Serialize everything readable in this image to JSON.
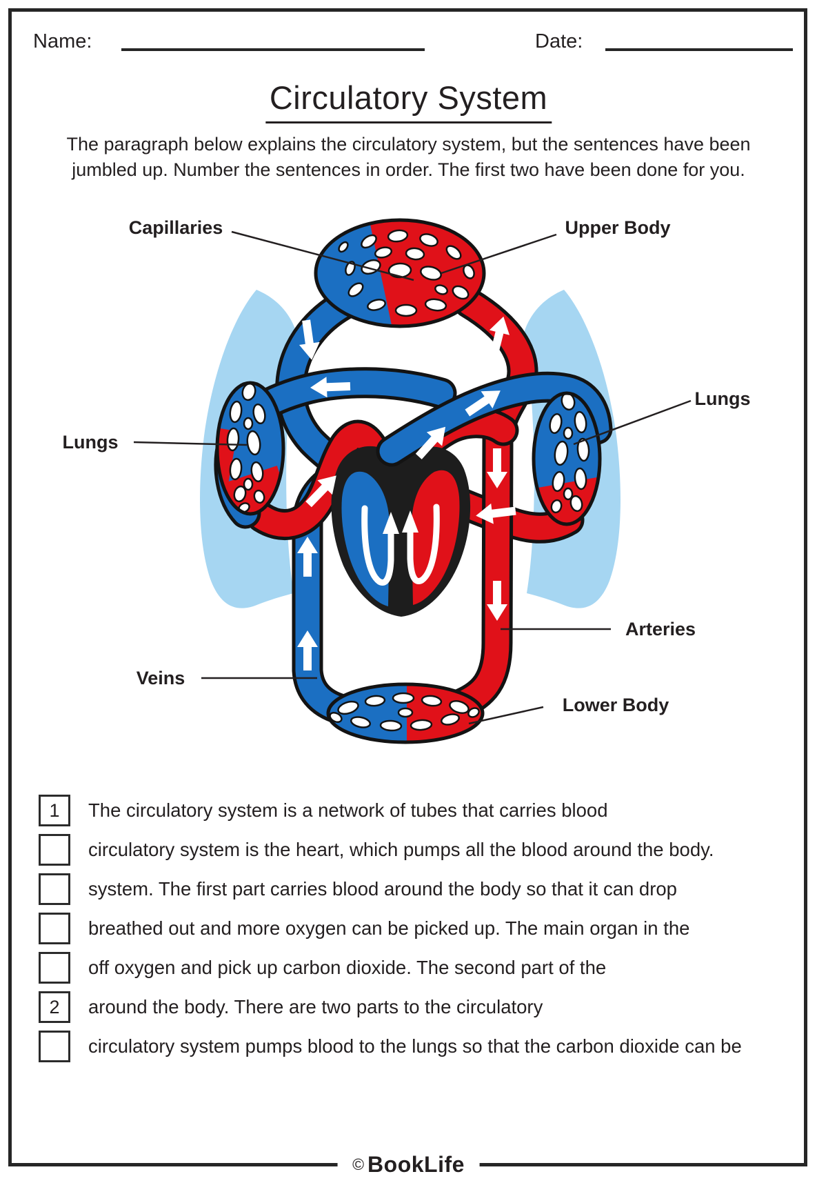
{
  "page": {
    "name_label": "Name:",
    "date_label": "Date:",
    "title": "Circulatory System",
    "instructions_line1": "The paragraph below explains the circulatory system, but the sentences have been",
    "instructions_line2": "jumbled up. Number the sentences in order. The first two have been done for you.",
    "footer": {
      "copyright": "©",
      "brand": "BookLife"
    }
  },
  "diagram": {
    "colors": {
      "ink": "#231f20",
      "artery_red": "#e01119",
      "vein_blue": "#1b6fc2",
      "lung_blue": "#a6d6f2",
      "outline": "#131313",
      "arrow_white": "#ffffff"
    },
    "labels": {
      "capillaries": "Capillaries",
      "upper_body": "Upper Body",
      "lungs_left": "Lungs",
      "lungs_right": "Lungs",
      "arteries": "Arteries",
      "veins": "Veins",
      "lower_body": "Lower Body"
    }
  },
  "sentences": {
    "items": [
      {
        "number": "1",
        "text": "The circulatory system is a network of tubes that carries blood"
      },
      {
        "number": "",
        "text": "circulatory system is the heart, which pumps all the blood around the body."
      },
      {
        "number": "",
        "text": "system. The first part carries blood around the body so that it can drop"
      },
      {
        "number": "",
        "text": "breathed out and more oxygen can be picked up. The main organ in the"
      },
      {
        "number": "",
        "text": "off oxygen and pick up carbon dioxide. The second part of the"
      },
      {
        "number": "2",
        "text": "around the body. There are two parts to the circulatory"
      },
      {
        "number": "",
        "text": "circulatory system pumps blood to the lungs so that the carbon dioxide can be"
      }
    ]
  }
}
